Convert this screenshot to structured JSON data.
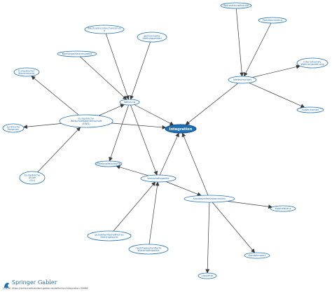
{
  "center": {
    "id": "integration",
    "label": "Integration"
  },
  "nodes": [
    {
      "id": "weltwirtschaftskrise",
      "lines": [
        "Weltwirtschaftskrise"
      ]
    },
    {
      "id": "protektionismus",
      "lines": [
        "Protektionismus"
      ]
    },
    {
      "id": "internationale-waehrungsordnung",
      "lines": [
        "Internationale",
        "Währungsordnung"
      ]
    },
    {
      "id": "weltwirtschaft",
      "lines": [
        "Weltwirtschaft"
      ]
    },
    {
      "id": "aussenhandel",
      "lines": [
        "Außenhandel"
      ]
    },
    {
      "id": "wechselkursmechanismus",
      "lines": [
        "Wechselkursmechanismus",
        "II"
      ]
    },
    {
      "id": "gemeinsame-zahlungsmittel",
      "lines": [
        "gemeinsame",
        "Zahlungsmittel"
      ]
    },
    {
      "id": "konfliktparteienmodelle",
      "lines": [
        "Konfliktparteienmodelle"
      ]
    },
    {
      "id": "europaeischer-binnenmarkt",
      "lines": [
        "Europäischer",
        "Binnenmarkt"
      ]
    },
    {
      "id": "waehrung",
      "lines": [
        "Währung"
      ]
    },
    {
      "id": "ewg",
      "lines": [
        "Europäische",
        "Wirtschaftsgemeinschaft",
        "(EWG)"
      ]
    },
    {
      "id": "juristische-personen",
      "lines": [
        "Juristische",
        "Personen"
      ]
    },
    {
      "id": "europaeische-union",
      "lines": [
        "Europäische",
        "Union",
        "(EU)"
      ]
    },
    {
      "id": "geldkapitalbildung",
      "lines": [
        "Geldkapitalbildung"
      ]
    },
    {
      "id": "wirtschaftspolitik",
      "lines": [
        "Wirtschaftspolitik"
      ]
    },
    {
      "id": "kapitalverkehrskontrollen",
      "lines": [
        "Kapitalverkehrskontrollen"
      ]
    },
    {
      "id": "kapitalbilanz",
      "lines": [
        "Kapitalbilanz"
      ]
    },
    {
      "id": "gesamtwirtschaftliches-gleichgewicht",
      "lines": [
        "gesamtwirtschaftliches",
        "Gleichgewicht"
      ]
    },
    {
      "id": "nachfrageorientierte-wirtschaftspolitik",
      "lines": [
        "nachfrageorientierte",
        "Wirtschaftspolitik"
      ]
    },
    {
      "id": "kapitalimport",
      "lines": [
        "Kapitalimport"
      ]
    },
    {
      "id": "liquiditaet",
      "lines": [
        "Liquidität"
      ]
    }
  ],
  "edges": [
    [
      "weltwirtschaftskrise",
      "weltwirtschaft"
    ],
    [
      "protektionismus",
      "weltwirtschaft"
    ],
    [
      "weltwirtschaft",
      "internationale-waehrungsordnung"
    ],
    [
      "weltwirtschaft",
      "aussenhandel"
    ],
    [
      "weltwirtschaft",
      "integration"
    ],
    [
      "wechselkursmechanismus",
      "waehrung"
    ],
    [
      "gemeinsame-zahlungsmittel",
      "waehrung"
    ],
    [
      "konfliktparteienmodelle",
      "waehrung"
    ],
    [
      "waehrung",
      "integration"
    ],
    [
      "waehrung",
      "wirtschaftspolitik"
    ],
    [
      "waehrung",
      "geldkapitalbildung"
    ],
    [
      "ewg",
      "europaeischer-binnenmarkt"
    ],
    [
      "ewg",
      "juristische-personen"
    ],
    [
      "ewg",
      "waehrung"
    ],
    [
      "ewg",
      "integration"
    ],
    [
      "europaeische-union",
      "ewg"
    ],
    [
      "wirtschaftspolitik",
      "integration"
    ],
    [
      "wirtschaftspolitik",
      "geldkapitalbildung"
    ],
    [
      "wirtschaftspolitik",
      "kapitalverkehrskontrollen"
    ],
    [
      "gesamtwirtschaftliches-gleichgewicht",
      "wirtschaftspolitik"
    ],
    [
      "nachfrageorientierte-wirtschaftspolitik",
      "wirtschaftspolitik"
    ],
    [
      "kapitalverkehrskontrollen",
      "integration"
    ],
    [
      "kapitalverkehrskontrollen",
      "kapitalbilanz"
    ],
    [
      "kapitalverkehrskontrollen",
      "kapitalimport"
    ],
    [
      "kapitalverkehrskontrollen",
      "liquiditaet"
    ]
  ],
  "footer": {
    "brand_name": "Springer",
    "brand_sub": "Gabler",
    "source": "Quelle: https://wirtschaftslexikon.gabler.de/definition/integration-33966"
  },
  "colors": {
    "accent": "#1f6fb5",
    "edge": "#3a3a3a",
    "center_fill": "#1f6fb5"
  }
}
